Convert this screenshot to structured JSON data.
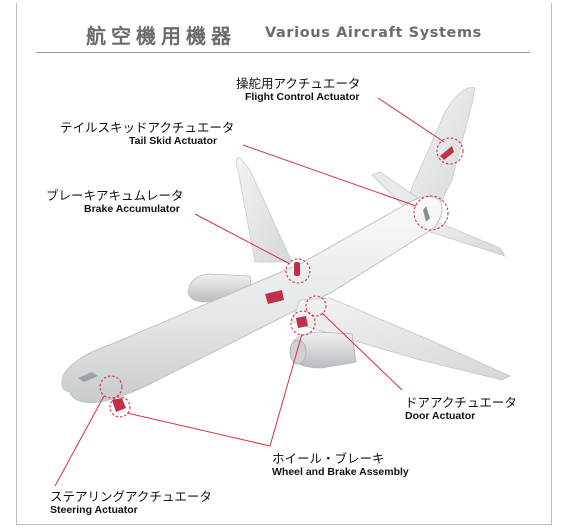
{
  "header": {
    "title_jp": "航空機用機器",
    "title_en": "Various Aircraft Systems"
  },
  "components": [
    {
      "id": "flight-control-actuator",
      "jp": "操舵用アクチュエータ",
      "en": "Flight Control Actuator"
    },
    {
      "id": "tail-skid-actuator",
      "jp": "テイルスキッドアクチュエータ",
      "en": "Tail Skid Actuator"
    },
    {
      "id": "brake-accumulator",
      "jp": "ブレーキアキュムレータ",
      "en": "Brake Accumulator"
    },
    {
      "id": "door-actuator",
      "jp": "ドアアクチュエータ",
      "en": "Door Actuator"
    },
    {
      "id": "wheel-brake-assembly",
      "jp": "ホイール・ブレーキ",
      "en": "Wheel and Brake Assembly"
    },
    {
      "id": "steering-actuator",
      "jp": "ステアリングアクチュエータ",
      "en": "Steering Actuator"
    }
  ],
  "colors": {
    "leader_line": "#d6323c",
    "highlight": "#c0304a",
    "title": "#6c6c6c"
  }
}
